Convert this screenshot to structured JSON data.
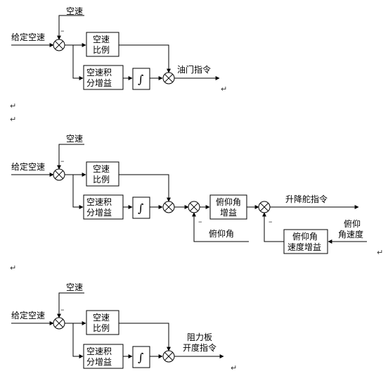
{
  "diagram1": {
    "given_airspeed": "给定空速",
    "airspeed": "空速",
    "minus": "–",
    "prop_line1": "空速",
    "prop_line2": "比例",
    "int_line1": "空速积",
    "int_line2": "分增益",
    "integrator": "∫",
    "output": "油门指令"
  },
  "diagram2": {
    "given_airspeed": "给定空速",
    "airspeed": "空速",
    "minus": "–",
    "prop_line1": "空速",
    "prop_line2": "比例",
    "int_line1": "空速积",
    "int_line2": "分增益",
    "integrator": "∫",
    "pitch_gain_line1": "俯仰角",
    "pitch_gain_line2": "增益",
    "pitch_angle": "俯仰角",
    "minus2": "–",
    "output": "升降舵指令",
    "rate_in_line1": "俯仰",
    "rate_in_line2": "角速度",
    "rate_gain_line1": "俯仰角",
    "rate_gain_line2": "速度增益",
    "minus3": "–"
  },
  "diagram3": {
    "given_airspeed": "给定空速",
    "airspeed": "空速",
    "minus": "–",
    "prop_line1": "空速",
    "prop_line2": "比例",
    "int_line1": "空速积",
    "int_line2": "分增益",
    "integrator": "∫",
    "output_line1": "阻力板",
    "output_line2": "开度指令"
  },
  "return_mark": "↵"
}
